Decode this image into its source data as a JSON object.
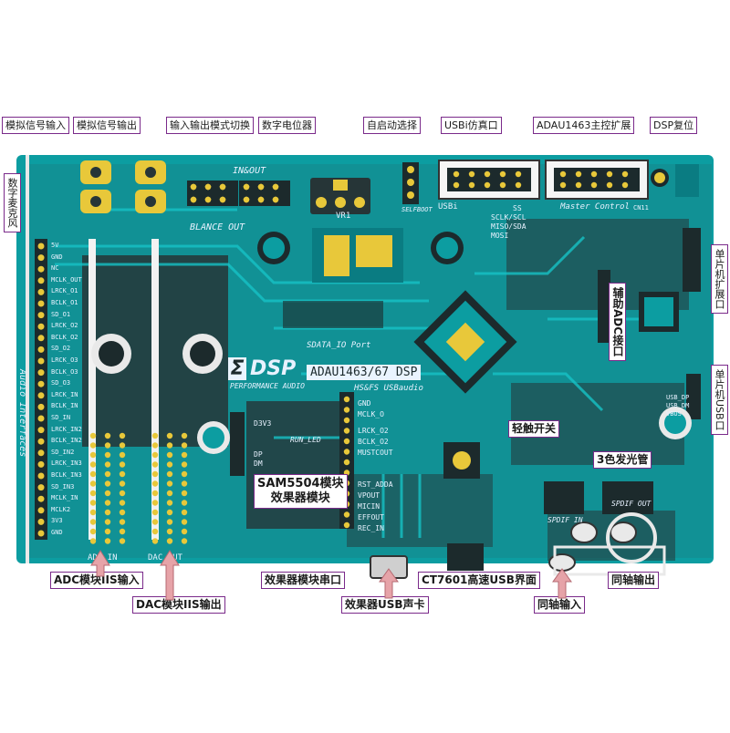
{
  "labels": {
    "analog_in": "模拟信号输入",
    "analog_out": "模拟信号输出",
    "io_mode": "输入输出模式切换",
    "digital_pot": "数字电位器",
    "self_boot": "自启动选择",
    "usbi_emu": "USBi仿真口",
    "adau_master": "ADAU1463主控扩展",
    "dsp_reset": "DSP复位",
    "digital_mic": "数字麦克风",
    "aux_adc": "辅助ADC接口",
    "mcu_expand": "单片机扩展口",
    "mcu_usb": "单片机USB口",
    "touch_switch": "轻触开关",
    "rgb_led": "3色发光管",
    "sam_module": "SAM5504模块\n效果器模块",
    "adc_iis": "ADC模块IIS输入",
    "dac_iis": "DAC模块IIS输出",
    "fx_serial": "效果器模块串口",
    "fx_usb": "效果器USB声卡",
    "ct7601": "CT7601高速USB界面",
    "coax_in": "同轴输入",
    "coax_out": "同轴输出"
  },
  "silkscreen": {
    "dsp_logo": "DSP",
    "performance_audio": "PERFORMANCE AUDIO",
    "chip_title": "ADAU1463/67 DSP",
    "hs_fs": "HS&FS USBaudio",
    "inout": "IN&OUT",
    "blance_out": "BLANCE OUT",
    "vr1": "VR1",
    "selfboot": "SELFBOOT",
    "usbi": "USBi",
    "master_control": "Master Control",
    "sdata_io": "SDATA_IO Port",
    "audio_interfaces": "Audio Interfaces",
    "adc_in": "ADC IN",
    "dac_out": "DAC OUT",
    "spdif_in": "SPDIF IN",
    "spdif_out": "SPDIF OUT",
    "run_led": "RUN_LED",
    "sclk_scl": "SCLK/SCL",
    "miso_sda": "MISO/SDA",
    "mosi": "MOSI",
    "ss": "SS",
    "cn11": "CN11",
    "gnd": "GND",
    "mclk_o": "MCLK_O",
    "lrck_o2": "LRCK_O2",
    "bclk_o2": "BCLK_O2",
    "mustcout": "MUSTCOUT",
    "rst_adda": "RST_ADDA",
    "vpout": "VPOUT",
    "micin": "MICIN",
    "effout": "EFFOUT",
    "rec_in": "REC_IN",
    "d3v3": "D3V3",
    "dp": "DP",
    "dm": "DM",
    "usb_dp": "USB_DP",
    "usb_dm": "USB_DM",
    "vbus": "VBUS"
  },
  "left_pins": [
    "5V",
    "GND",
    "NC",
    "MCLK_OUT",
    "LRCK_O1",
    "BCLK_O1",
    "SD_O1",
    "LRCK_O2",
    "BCLK_O2",
    "SD_O2",
    "LRCK_O3",
    "BCLK_O3",
    "SD_O3",
    "LRCK_IN",
    "BCLK_IN",
    "SD_IN",
    "LRCK_IN2",
    "BCLK_IN2",
    "SD_IN2",
    "LRCK_IN3",
    "BCLK_IN3",
    "SD_IN3",
    "MCLK_IN",
    "MCLK2",
    "3V3",
    "GND"
  ],
  "colors": {
    "board": "#0c9da1",
    "board_dark": "#0a7c82",
    "copper": "#2e3a3c",
    "pad": "#e8c83a",
    "silk": "#eaf4ff",
    "label_border": "#7a2a8a",
    "arrow": "#e6a3a8"
  }
}
